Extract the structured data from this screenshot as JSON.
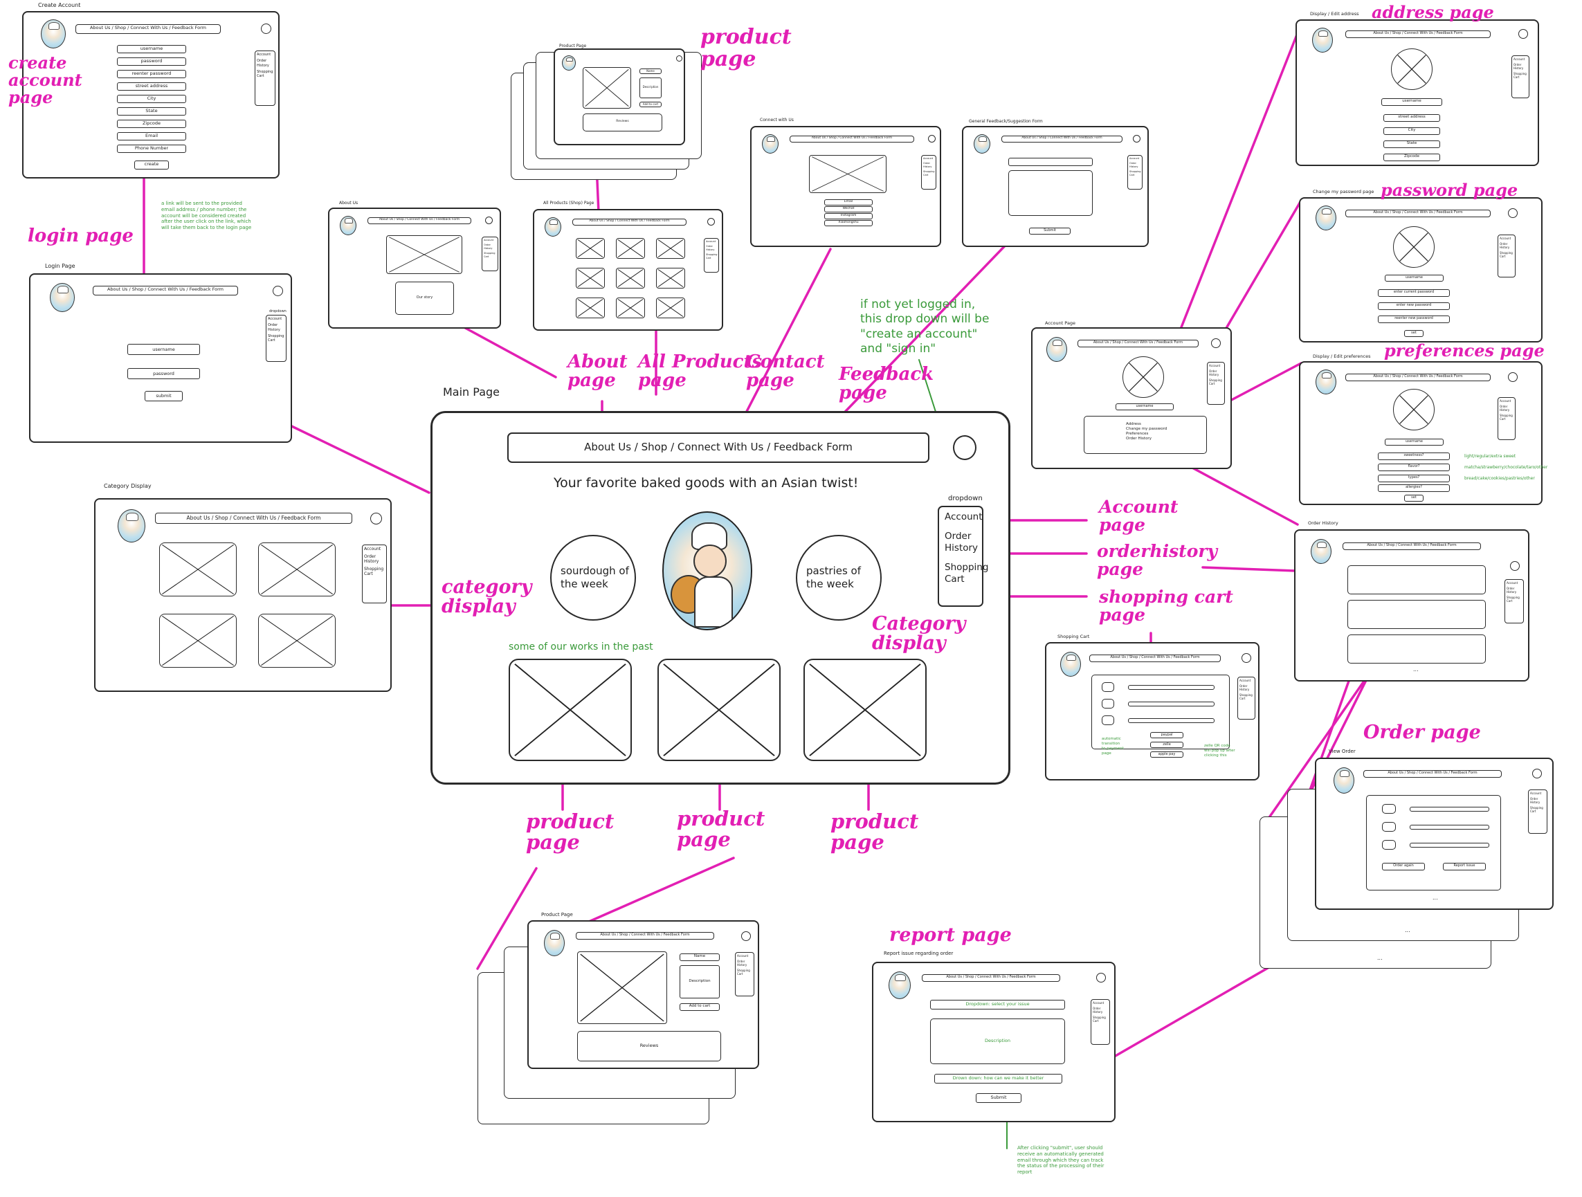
{
  "nav_text": "About Us / Shop / Connect With Us / Feedback Form",
  "dropdown": {
    "label": "dropdown",
    "account": "Account",
    "order_history": "Order History",
    "shopping_cart": "Shopping Cart"
  },
  "main_page": {
    "title": "Main Page",
    "tagline": "Your favorite baked goods with an Asian twist!",
    "sourdough": "sourdough of the week",
    "pastries": "pastries of the week",
    "works_caption": "some of our works in the past",
    "dropdown_label": "dropdown"
  },
  "create_account": {
    "title": "Create Account",
    "fields": [
      "username",
      "password",
      "reenter password",
      "street address",
      "City",
      "State",
      "Zipcode",
      "Email",
      "Phone Number"
    ],
    "button": "create",
    "note": "a link will be sent to the provided\nemail address / phone number; the\naccount will be considered created\nafter the user click on the link, which\nwill take them back to the login page"
  },
  "login": {
    "title": "Login Page",
    "fields": [
      "username",
      "password"
    ],
    "button": "submit"
  },
  "product_top": {
    "title": "Product Page",
    "name": "Name",
    "description": "Description",
    "add": "Add to cart",
    "reviews": "Reviews"
  },
  "about": {
    "title": "About Us",
    "story": "Our story"
  },
  "all_products": {
    "title": "All Products (Shop) Page"
  },
  "connect": {
    "title": "Connect with Us",
    "items": [
      "Email",
      "Wechat",
      "Instagram",
      "Xiaohongshu"
    ]
  },
  "feedback": {
    "title": "General Feedback/Suggestion Form",
    "submit": "Submit"
  },
  "category": {
    "title": "Category Display"
  },
  "address": {
    "title": "Display / Edit address",
    "fields": [
      "username",
      "street address",
      "City",
      "State",
      "Zipcode"
    ]
  },
  "password": {
    "title": "Change my password page",
    "fields": [
      "username",
      "enter current password",
      "enter new password",
      "reenter new password"
    ],
    "button": "set"
  },
  "account": {
    "title": "Account Page",
    "username": "username",
    "menu": [
      "Address",
      "Change my password",
      "Preferences",
      "Order History"
    ]
  },
  "preferences": {
    "title": "Display / Edit preferences",
    "fields": [
      "username",
      "sweetness?",
      "flavor?",
      "types?",
      "allergies?"
    ],
    "button": "set",
    "notes": [
      "light/regular/extra sweet",
      "matcha/strawberry/chocolate/taro/other",
      "bread/cake/cookies/pastries/other"
    ]
  },
  "order_history": {
    "title": "Order History",
    "ellipsis": "..."
  },
  "shopping_cart": {
    "title": "Shopping Cart",
    "pay": [
      "paypal",
      "zelle",
      "apple pay"
    ],
    "note_left": "automatic\ntransition\nto payment\npage",
    "note_right": "zelle QR code\nwill pop up after\nclicking this"
  },
  "view_order": {
    "title": "View Order",
    "order_again": "Order again",
    "report_issue": "Report issue",
    "ellipsis": "..."
  },
  "product_bottom": {
    "title": "Product Page",
    "name": "Name",
    "description": "Description",
    "add": "Add to cart",
    "reviews": "Reviews"
  },
  "report": {
    "title": "Report issue regarding order",
    "select": "Dropdown: select your issue",
    "description": "Description",
    "better": "Drown down: how can we make it better",
    "submit": "Submit",
    "note": "After clicking \"submit\", user should\nreceive an automatically generated\nemail through which they can track\nthe status of the processing of their\nreport"
  },
  "login_note": "if not yet logged in,\nthis drop down will be\n\"create an account\"\nand \"sign in\"",
  "pink_labels": {
    "create_account": "create\naccount\npage",
    "login": "login page",
    "product_top": "product\npage",
    "address": "address page",
    "password": "password page",
    "preferences": "preferences page",
    "about": "About\npage",
    "all_products": "All Products\npage",
    "contact": "Contact\npage",
    "feedback": "Feedback\npage",
    "category_left": "category\ndisplay",
    "category_right": "Category\ndisplay",
    "account": "Account\npage",
    "order_history": "orderhistory\npage",
    "shopping_cart": "shopping cart\npage",
    "order": "Order page",
    "product_1": "product\npage",
    "product_2": "product\npage",
    "product_3": "product\npage",
    "report": "report page"
  },
  "colors": {
    "pink": "#e21fb3",
    "green": "#3a9a3a",
    "ink": "#2a2a2a"
  }
}
